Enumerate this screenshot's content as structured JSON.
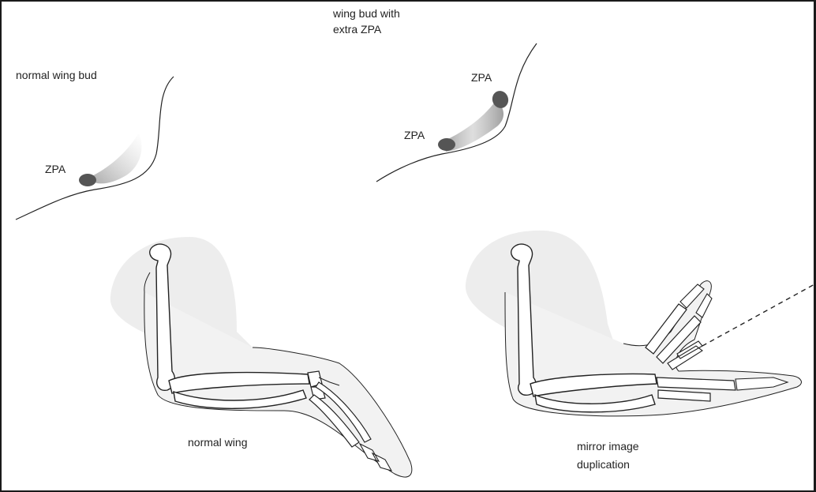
{
  "labels": {
    "normal_bud_title": "normal wing bud",
    "zpa_normal": "ZPA",
    "extra_bud_title_1": "wing bud with",
    "extra_bud_title_2": "extra ZPA",
    "zpa_extra_top": "ZPA",
    "zpa_extra_bottom": "ZPA",
    "normal_wing": "normal wing",
    "mirror_title_1": "mirror image",
    "mirror_title_2": "duplication"
  },
  "colors": {
    "outline": "#222222",
    "zpa": "#555555",
    "soft_tissue": "#e6e6e6",
    "gradient": "#9a9a9a"
  }
}
